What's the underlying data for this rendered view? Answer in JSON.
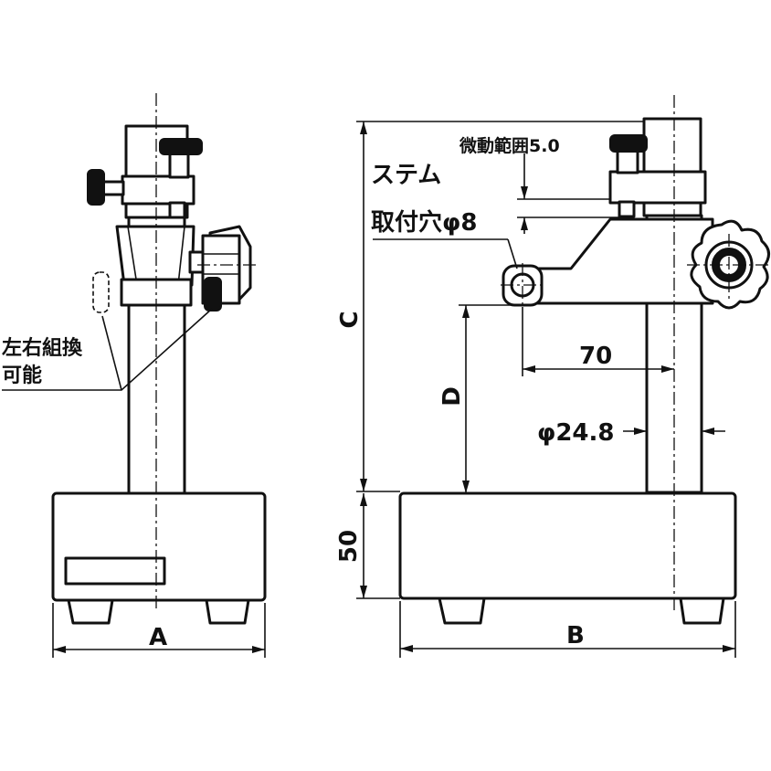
{
  "labels": {
    "dim_a": "A",
    "dim_b": "B",
    "dim_c": "C",
    "dim_d": "D",
    "dim_50": "50",
    "dim_70": "70",
    "dim_dia_post": "φ24.8",
    "micro_range": "微動範囲5.0",
    "stem_hole_line1": "ステム",
    "stem_hole_line2": "取付穴φ8",
    "swap_note_line1": "左右組換",
    "swap_note_line2": "可能"
  }
}
